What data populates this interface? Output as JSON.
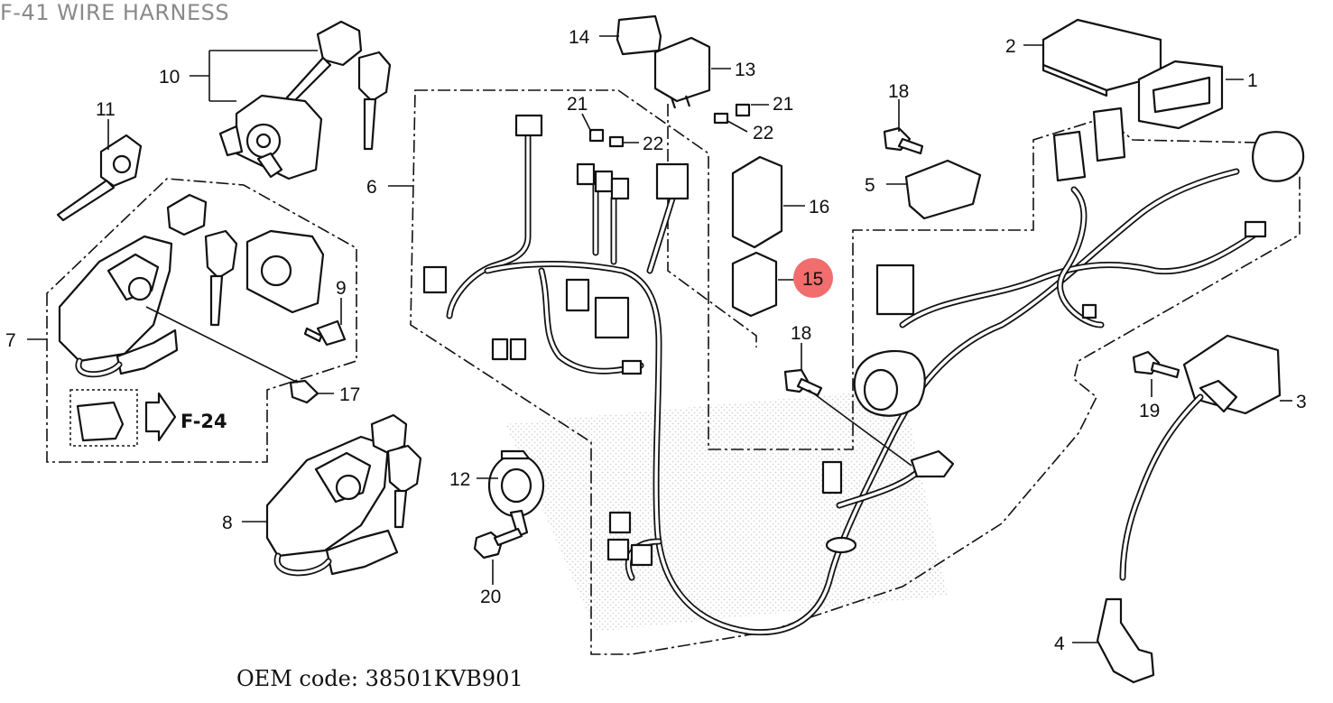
{
  "title": "F-41 WIRE HARNESS",
  "oem_label": "OEM code: 38501KVB901",
  "highlight_color": "#f26d6d",
  "reference": "F-24",
  "callouts": [
    {
      "id": "c1",
      "label": "1"
    },
    {
      "id": "c2",
      "label": "2"
    },
    {
      "id": "c3",
      "label": "3"
    },
    {
      "id": "c4",
      "label": "4"
    },
    {
      "id": "c5",
      "label": "5"
    },
    {
      "id": "c6",
      "label": "6"
    },
    {
      "id": "c7",
      "label": "7"
    },
    {
      "id": "c8",
      "label": "8"
    },
    {
      "id": "c9",
      "label": "9"
    },
    {
      "id": "c10",
      "label": "10"
    },
    {
      "id": "c11",
      "label": "11"
    },
    {
      "id": "c12",
      "label": "12"
    },
    {
      "id": "c13",
      "label": "13"
    },
    {
      "id": "c14",
      "label": "14"
    },
    {
      "id": "c15",
      "label": "15",
      "highlighted": true
    },
    {
      "id": "c16",
      "label": "16"
    },
    {
      "id": "c17",
      "label": "17"
    },
    {
      "id": "c18a",
      "label": "18"
    },
    {
      "id": "c18b",
      "label": "18"
    },
    {
      "id": "c19",
      "label": "19"
    },
    {
      "id": "c20",
      "label": "20"
    },
    {
      "id": "c21a",
      "label": "21"
    },
    {
      "id": "c21b",
      "label": "21"
    },
    {
      "id": "c22a",
      "label": "22"
    },
    {
      "id": "c22b",
      "label": "22"
    }
  ]
}
